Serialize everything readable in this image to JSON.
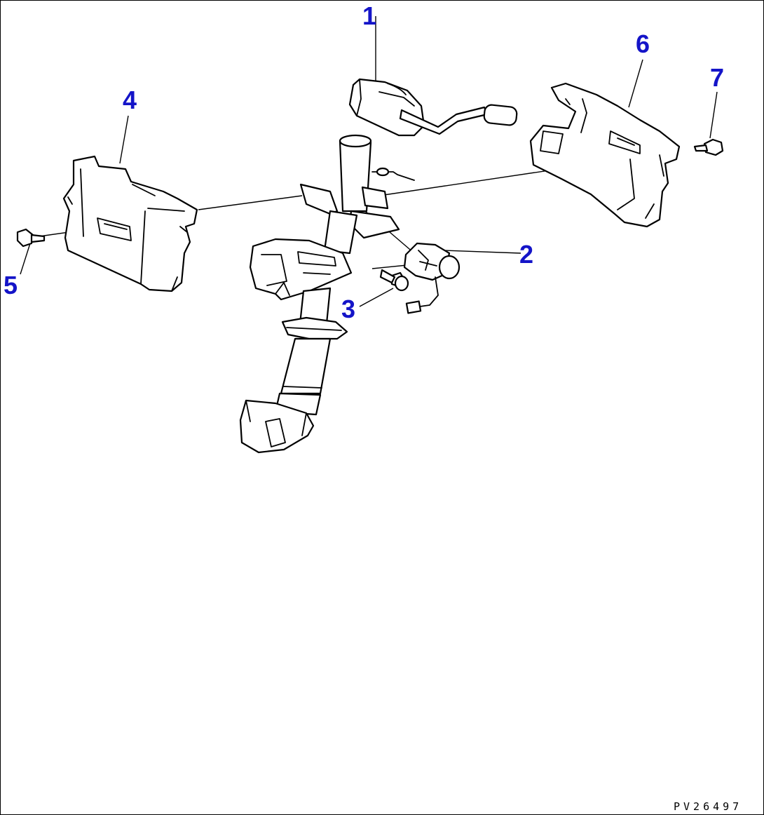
{
  "callouts": [
    {
      "id": "1",
      "label": "1"
    },
    {
      "id": "2",
      "label": "2"
    },
    {
      "id": "3",
      "label": "3"
    },
    {
      "id": "4",
      "label": "4"
    },
    {
      "id": "5",
      "label": "5"
    },
    {
      "id": "6",
      "label": "6"
    },
    {
      "id": "7",
      "label": "7"
    }
  ],
  "drawing_id": "PV26497",
  "colors": {
    "callout": "#1414c8",
    "line": "#000000",
    "background": "#ffffff"
  }
}
